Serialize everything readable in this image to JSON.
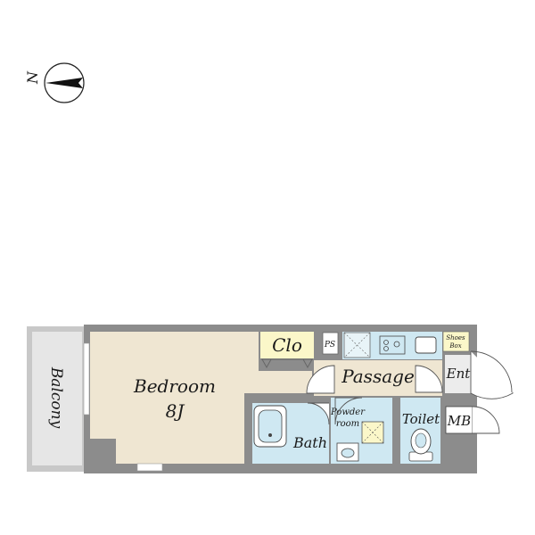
{
  "compass": {
    "north_label": "N"
  },
  "rooms": {
    "balcony": "Balcony",
    "bedroom": "Bedroom",
    "bedroom_size": "8J",
    "closet": "Clo",
    "ps": "PS",
    "passage": "Passage",
    "shoes_box_line1": "Shoes",
    "shoes_box_line2": "Box",
    "entrance": "Ent",
    "powder_room_line1": "Powder",
    "powder_room_line2": "room",
    "bath": "Bath",
    "toilet": "Toilet",
    "mb": "MB"
  },
  "colors": {
    "wall": "#8c8c8c",
    "bedroom_floor": "#efe6d2",
    "wet_area": "#cfe8f2",
    "closet": "#fbf7c9",
    "balcony": "#e6e6e6"
  }
}
